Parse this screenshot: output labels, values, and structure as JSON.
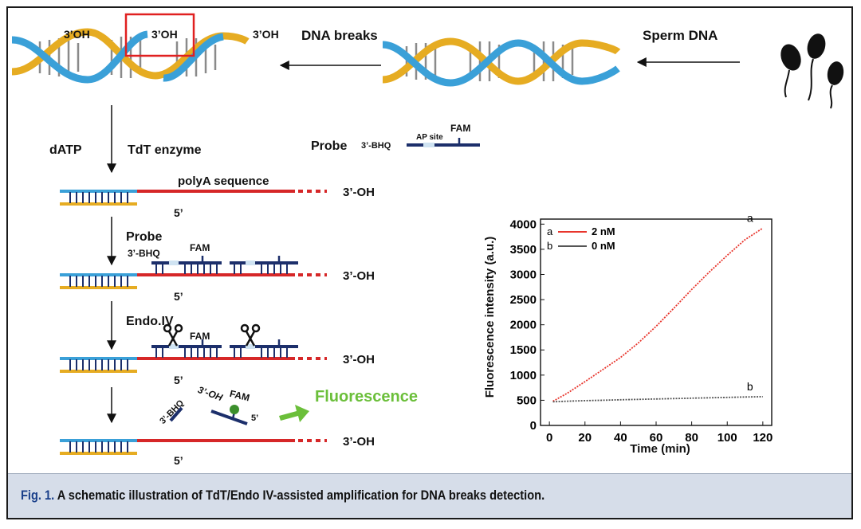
{
  "top": {
    "labels": {
      "oh_1": "3’OH",
      "oh_2": "3’OH",
      "oh_3": "3’OH",
      "dna_breaks": "DNA breaks",
      "sperm_dna": "Sperm DNA"
    }
  },
  "steps": {
    "datp": "dATP",
    "tdt_enzyme": "TdT enzyme",
    "polya": "polyA sequence",
    "probe_step": "Probe",
    "endo_step": "Endo.IV",
    "five_prime": "5’",
    "three_oh": "3’-OH",
    "bhq": "3’-BHQ",
    "fam": "FAM",
    "fragment_bhq": "3’-BHQ",
    "fragment_oh": "3’-OH",
    "fragment_fam": "FAM",
    "fragment_5": "5’",
    "fluorescence": "Fluorescence"
  },
  "probe_legend": {
    "title": "Probe",
    "bhq": "3’-BHQ",
    "ap_site": "AP site",
    "fam": "FAM"
  },
  "colors": {
    "strand_blue": "#3aa0d8",
    "strand_gold": "#e6ac22",
    "polya_red": "#d62728",
    "probe_navy": "#1c2f6b",
    "fluorescence_green": "#6bbf3a",
    "caption_bg": "#d6dde9",
    "caption_label": "#1a3f8a"
  },
  "chart_data": {
    "type": "line",
    "xlabel": "Time (min)",
    "ylabel": "Fluorescence intensity (a.u.)",
    "xlim": [
      -5,
      125
    ],
    "ylim": [
      0,
      4100
    ],
    "xticks": [
      0,
      20,
      40,
      60,
      80,
      100,
      120
    ],
    "yticks": [
      0,
      500,
      1000,
      1500,
      2000,
      2500,
      3000,
      3500,
      4000
    ],
    "legend_position": "top-left",
    "series": [
      {
        "key": "a",
        "name": "2 nM",
        "color": "#e8352c",
        "style": "dotted",
        "x": [
          2,
          10,
          20,
          30,
          40,
          50,
          60,
          70,
          80,
          90,
          100,
          110,
          120
        ],
        "y": [
          480,
          640,
          870,
          1110,
          1350,
          1640,
          1970,
          2330,
          2700,
          3050,
          3380,
          3690,
          3920
        ]
      },
      {
        "key": "b",
        "name": "0 nM",
        "color": "#555555",
        "style": "dotted",
        "x": [
          2,
          10,
          20,
          30,
          40,
          50,
          60,
          70,
          80,
          90,
          100,
          110,
          120
        ],
        "y": [
          470,
          482,
          492,
          500,
          510,
          518,
          525,
          533,
          542,
          550,
          558,
          565,
          572
        ]
      }
    ]
  },
  "caption": {
    "label": "Fig. 1.",
    "text": "A schematic illustration of TdT/Endo IV-assisted amplification for DNA breaks detection."
  }
}
